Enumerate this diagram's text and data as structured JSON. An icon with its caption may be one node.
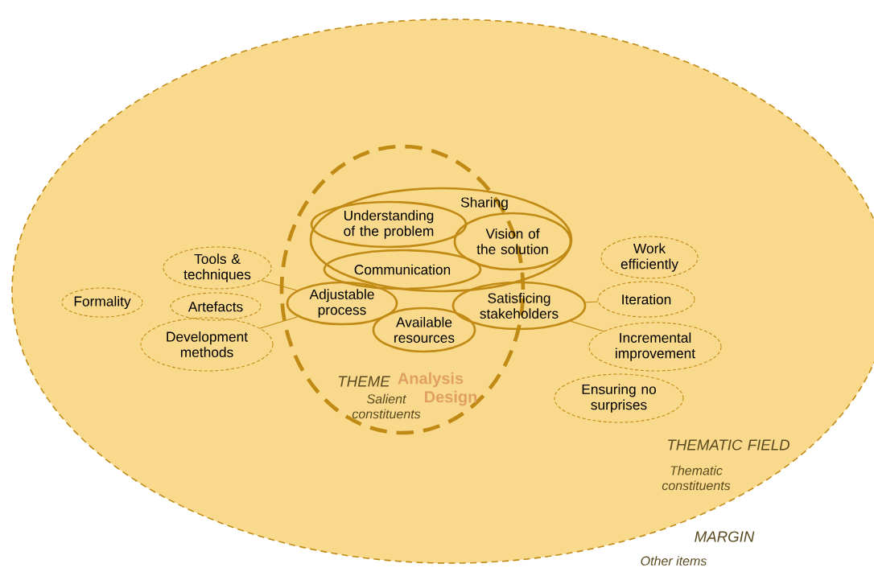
{
  "diagram": {
    "nodes": [
      {
        "text": [
          "THEMATIC FIELD",
          "Thematic constituents"
        ]
      },
      {
        "text": [
          "THEME",
          "Salient constituents"
        ],
        "in": 0
      },
      {
        "text": [
          "Sharing"
        ],
        "in": 0
      },
      {
        "text": [
          "Understanding of the problem"
        ],
        "in": 2
      },
      {
        "text": [
          "Vision of the solution"
        ],
        "in": 2
      },
      {
        "text": [
          "Communication"
        ],
        "in": 2
      },
      {
        "text": [
          "Adjustable process"
        ],
        "in": 1
      },
      {
        "text": [
          "Available resources"
        ],
        "in": 1
      },
      {
        "text": [
          "Satisficing stakeholders"
        ],
        "in": 0
      },
      {
        "text": [
          "Formality"
        ],
        "in": 0
      },
      {
        "text": [
          "Tools & techniques"
        ],
        "in": 0
      },
      {
        "text": [
          "Artefacts"
        ],
        "in": 0
      },
      {
        "text": [
          "Development methods"
        ],
        "in": 0
      },
      {
        "text": [
          "Work efficiently"
        ],
        "in": 0
      },
      {
        "text": [
          "Iteration"
        ],
        "in": 0
      },
      {
        "text": [
          "Incremental improvement"
        ],
        "in": 0
      },
      {
        "text": [
          "Ensuring no surprises"
        ],
        "in": 0
      }
    ],
    "edges": [
      {
        "from": 10,
        "to": 6,
        "arrow": "none"
      },
      {
        "from": 12,
        "to": 6,
        "arrow": "none"
      },
      {
        "from": 14,
        "to": 8,
        "arrow": "none"
      },
      {
        "from": 15,
        "to": 8,
        "arrow": "none"
      }
    ],
    "labels": [
      "Analysis",
      "Design",
      "MARGIN",
      "Other items"
    ]
  }
}
